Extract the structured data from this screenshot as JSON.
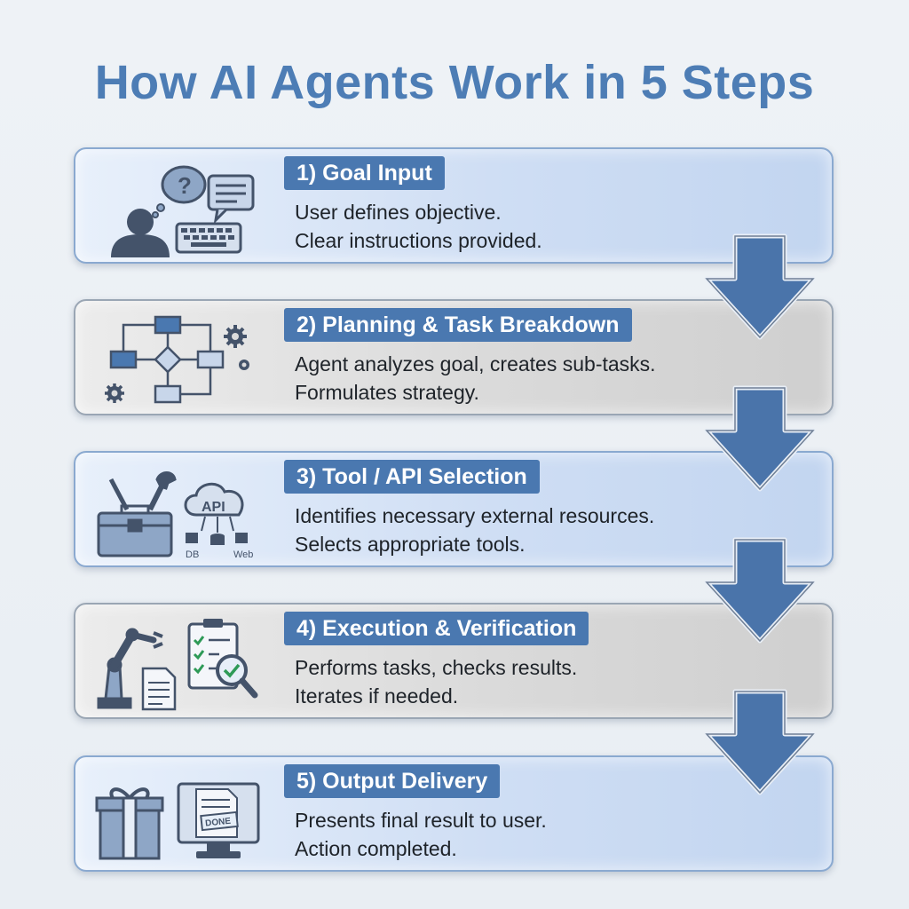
{
  "title": "How AI Agents Work in 5 Steps",
  "steps": [
    {
      "label": "1) Goal Input",
      "lines": [
        "User defines objective.",
        "Clear instructions provided."
      ],
      "icons": [
        "user-thinking-icon",
        "chat-bubble-icon",
        "keyboard-icon"
      ]
    },
    {
      "label": "2) Planning & Task Breakdown",
      "lines": [
        "Agent analyzes goal, creates sub-tasks.",
        "Formulates strategy."
      ],
      "icons": [
        "flowchart-icon",
        "gear-icon"
      ]
    },
    {
      "label": "3) Tool / API Selection",
      "lines": [
        "Identifies necessary external resources.",
        "Selects appropriate tools."
      ],
      "icons": [
        "toolbox-icon",
        "api-cloud-icon"
      ],
      "api_text": "API",
      "db_text": "DB",
      "web_text": "Web"
    },
    {
      "label": "4) Execution & Verification",
      "lines": [
        "Performs tasks, checks results.",
        "Iterates if needed."
      ],
      "icons": [
        "robot-arm-icon",
        "document-icon",
        "checklist-icon",
        "magnifier-icon"
      ]
    },
    {
      "label": "5) Output Delivery",
      "lines": [
        "Presents final result to user.",
        "Action completed."
      ],
      "icons": [
        "gift-icon",
        "monitor-done-icon"
      ],
      "done_text": "DONE"
    }
  ],
  "colors": {
    "title": "#4d7db5",
    "label_bg": "#4a78b0",
    "arrow": "#4a74aa",
    "icon": "#44536a"
  }
}
